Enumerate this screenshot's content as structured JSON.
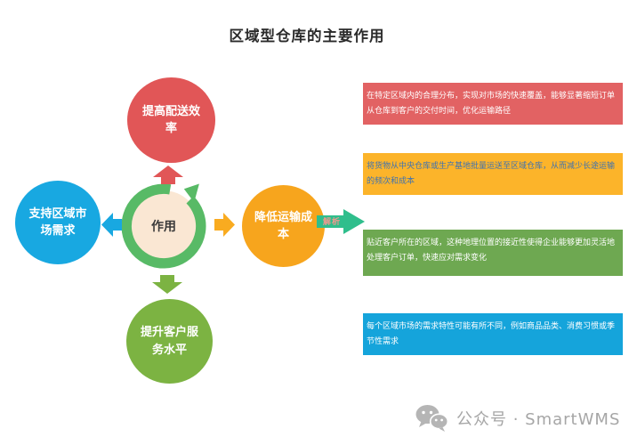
{
  "title": "区域型仓库的主要作用",
  "diagram": {
    "center_label": "作用",
    "center_fill_color": "#fae7d3",
    "cycle_ring_color": "#58ba66",
    "nodes": [
      {
        "position": "top",
        "label": "提高配送效率",
        "color": "#e15657"
      },
      {
        "position": "left",
        "label": "支持区域市场需求",
        "color": "#18a8e1"
      },
      {
        "position": "right",
        "label": "降低运输成本",
        "color": "#f7a51d"
      },
      {
        "position": "bottom",
        "label": "提升客户服务水平",
        "color": "#7cb342"
      }
    ],
    "analysis_arrow": {
      "label": "解析",
      "color": "#2fbe8c",
      "label_color": "#f2988f"
    }
  },
  "details": [
    {
      "text": "在特定区域内的合理分布，实现对市场的快速覆盖，能够显著缩短订单从仓库到客户的交付时间，优化运输路径",
      "bg_color": "#e26263",
      "text_color": "#ffffff"
    },
    {
      "text": "将货物从中央仓库或生产基地批量运送至区域仓库，从而减少长途运输的频次和成本",
      "bg_color": "#fcb42a",
      "text_color": "#3f72b0"
    },
    {
      "text": "贴近客户所在的区域，这种地理位置的接近性使得企业能够更加灵活地处理客户订单，快速应对需求变化",
      "bg_color": "#6ea851",
      "text_color": "#ffffff"
    },
    {
      "text": "每个区域市场的需求特性可能有所不同，例如商品品类、消费习惯或季节性需求",
      "bg_color": "#15a4db",
      "text_color": "#ffffff"
    }
  ],
  "footer": {
    "brand": "公众号 · SmartWMS",
    "icon": "wechat-icon",
    "color": "#a6a6a6"
  }
}
